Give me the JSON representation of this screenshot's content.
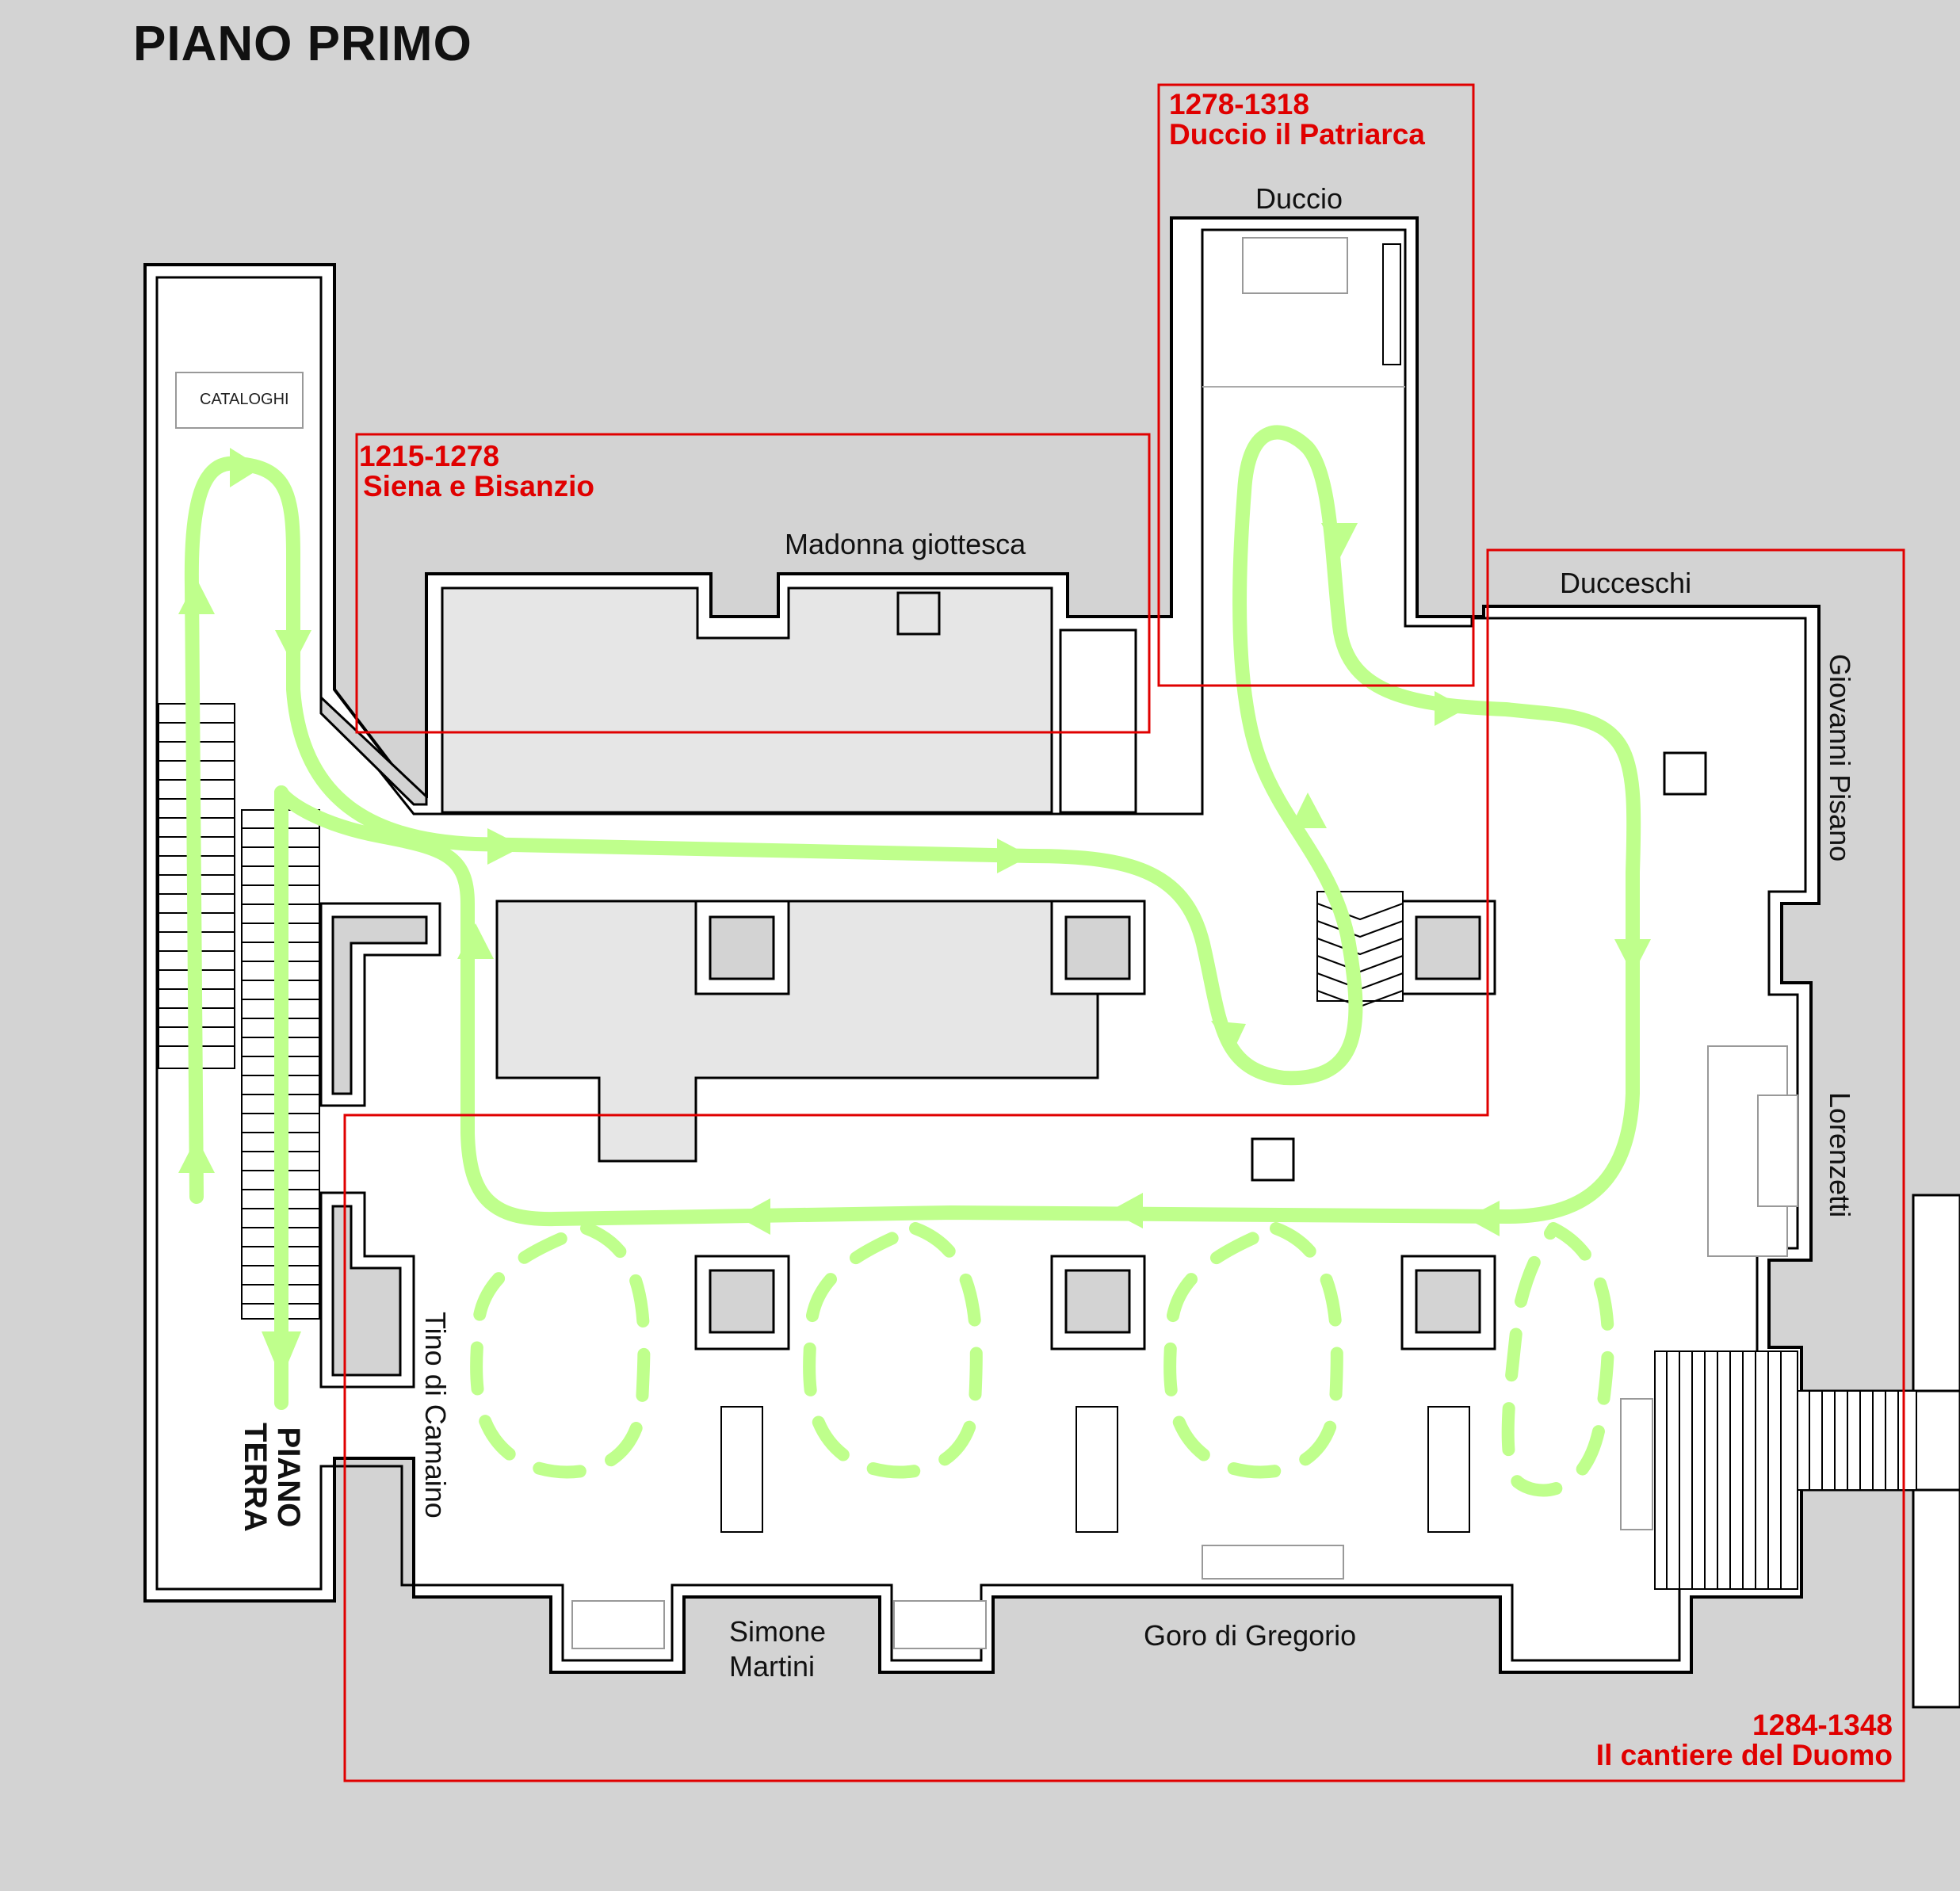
{
  "floor_title": "PIANO PRIMO",
  "catalog_label": "CATALOGHI",
  "stairs_label_line1": "PIANO",
  "stairs_label_line2": "TERRA",
  "rooms": {
    "madonna": "Madonna giottesca",
    "duccio": "Duccio",
    "ducceschi": "Ducceschi",
    "giovanni_pisano": "Giovanni Pisano",
    "lorenzetti": "Lorenzetti",
    "tino": "Tino di Camaino",
    "simone_1": "Simone",
    "simone_2": "Martini",
    "goro": "Goro di Gregorio"
  },
  "sections": [
    {
      "years": "1215-1278",
      "name": "Siena e Bisanzio"
    },
    {
      "years": "1278-1318",
      "name": "Duccio il Patriarca"
    },
    {
      "years": "1284-1348",
      "name": "Il cantiere del Duomo"
    }
  ],
  "colors": {
    "background": "#d3d3d3",
    "wall": "#000000",
    "floor": "#ffffff",
    "exhibit": "#d3d3d3",
    "section_border": "#e00000",
    "path": "#bfff8c"
  }
}
